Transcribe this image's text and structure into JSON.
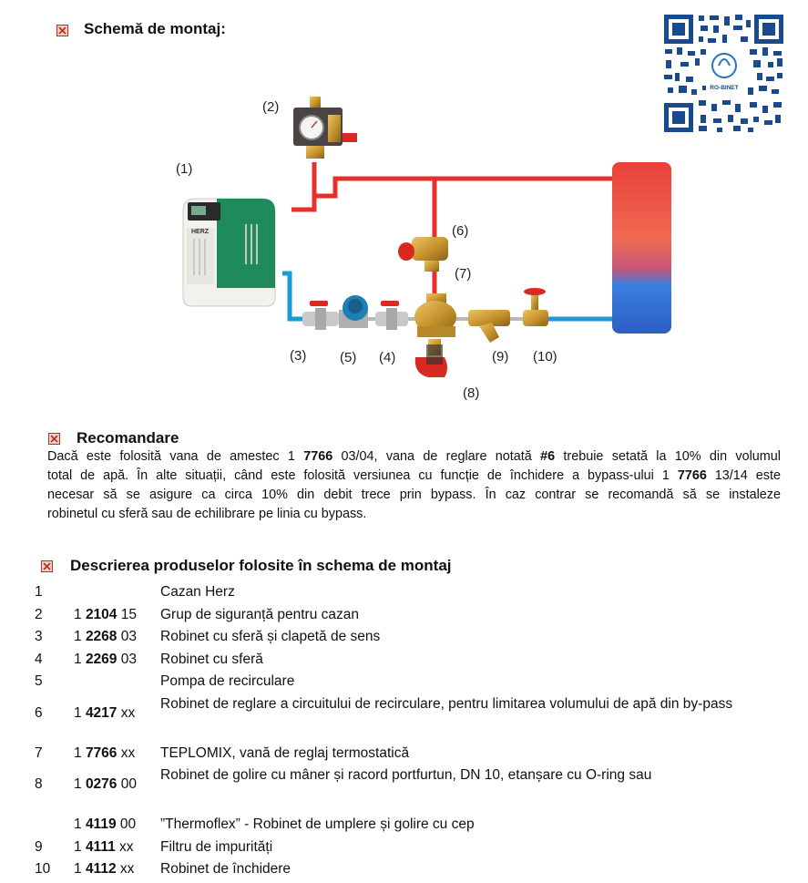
{
  "montage": {
    "title": "Schemă de montaj:"
  },
  "qr": {
    "brand": "RO-BINET"
  },
  "diagram": {
    "labels": [
      "(1)",
      "(2)",
      "(3)",
      "(4)",
      "(5)",
      "(6)",
      "(7)",
      "(8)",
      "(9)",
      "(10)"
    ],
    "boiler_brand": "HERZ"
  },
  "recommendation": {
    "title": "Recomandare",
    "line1_a": "Dacă este folosită vana de amestec 1 ",
    "line1_b": "7766",
    "line1_c": " 03/04, vana de reglare notată ",
    "line1_d": "#6",
    "line1_e": " trebuie setată la 10% din volumul",
    "line2_a": "total de apă. În alte situații, când este folosită versiunea cu funcție de închidere a bypass-ului 1 ",
    "line2_b": "7766",
    "line2_c": " 13/14 este",
    "line3": "necesar să se asigure ca circa 10% din debit trece prin bypass. În caz contrar se recomandă să se instaleze",
    "line4": "robinetul cu sferă sau de echilibrare pe linia cu bypass."
  },
  "products": {
    "title": "Descrierea produselor folosite în schema de montaj",
    "rows": [
      {
        "num": "1",
        "code_pre": "",
        "code_bold": "",
        "code_post": "",
        "desc": "Cazan Herz"
      },
      {
        "num": "2",
        "code_pre": "1 ",
        "code_bold": "2104",
        "code_post": " 15",
        "desc": "Grup de siguranță pentru cazan"
      },
      {
        "num": "3",
        "code_pre": "1 ",
        "code_bold": "2268",
        "code_post": " 03",
        "desc": "Robinet cu sferă și clapetă de sens"
      },
      {
        "num": "4",
        "code_pre": "1 ",
        "code_bold": "2269",
        "code_post": " 03",
        "desc": "Robinet cu sferă"
      },
      {
        "num": "5",
        "code_pre": "",
        "code_bold": "",
        "code_post": "",
        "desc": "Pompa de recirculare"
      },
      {
        "num": "6",
        "code_pre": "1 ",
        "code_bold": "4217",
        "code_post": " xx",
        "desc": "Robinet de reglare a circuitului de recirculare, pentru limitarea volumului de apă din by-pass"
      },
      {
        "num": "7",
        "code_pre": "1 ",
        "code_bold": "7766",
        "code_post": " xx",
        "desc": "TEPLOMIX, vană de reglaj termostatică"
      },
      {
        "num": "8",
        "code_pre": "1 ",
        "code_bold": "0276",
        "code_post": " 00",
        "desc": "Robinet de golire cu mâner și racord portfurtun, DN 10, etanșare cu O-ring sau"
      },
      {
        "num": "",
        "code_pre": "1 ",
        "code_bold": "4119",
        "code_post": " 00",
        "desc": "”Thermoflex” - Robinet de umplere și golire cu cep"
      },
      {
        "num": "9",
        "code_pre": "1 ",
        "code_bold": "4111",
        "code_post": " xx",
        "desc": "Filtru de impurități"
      },
      {
        "num": "10",
        "code_pre": "1 ",
        "code_bold": "4112",
        "code_post": " xx",
        "desc": "Robinet de închidere"
      }
    ]
  },
  "colors": {
    "hot_pipe": "#e8302a",
    "cold_pipe": "#1e9ad6",
    "icon_red": "#d9452e",
    "boiler_green": "#1f8a5c"
  }
}
